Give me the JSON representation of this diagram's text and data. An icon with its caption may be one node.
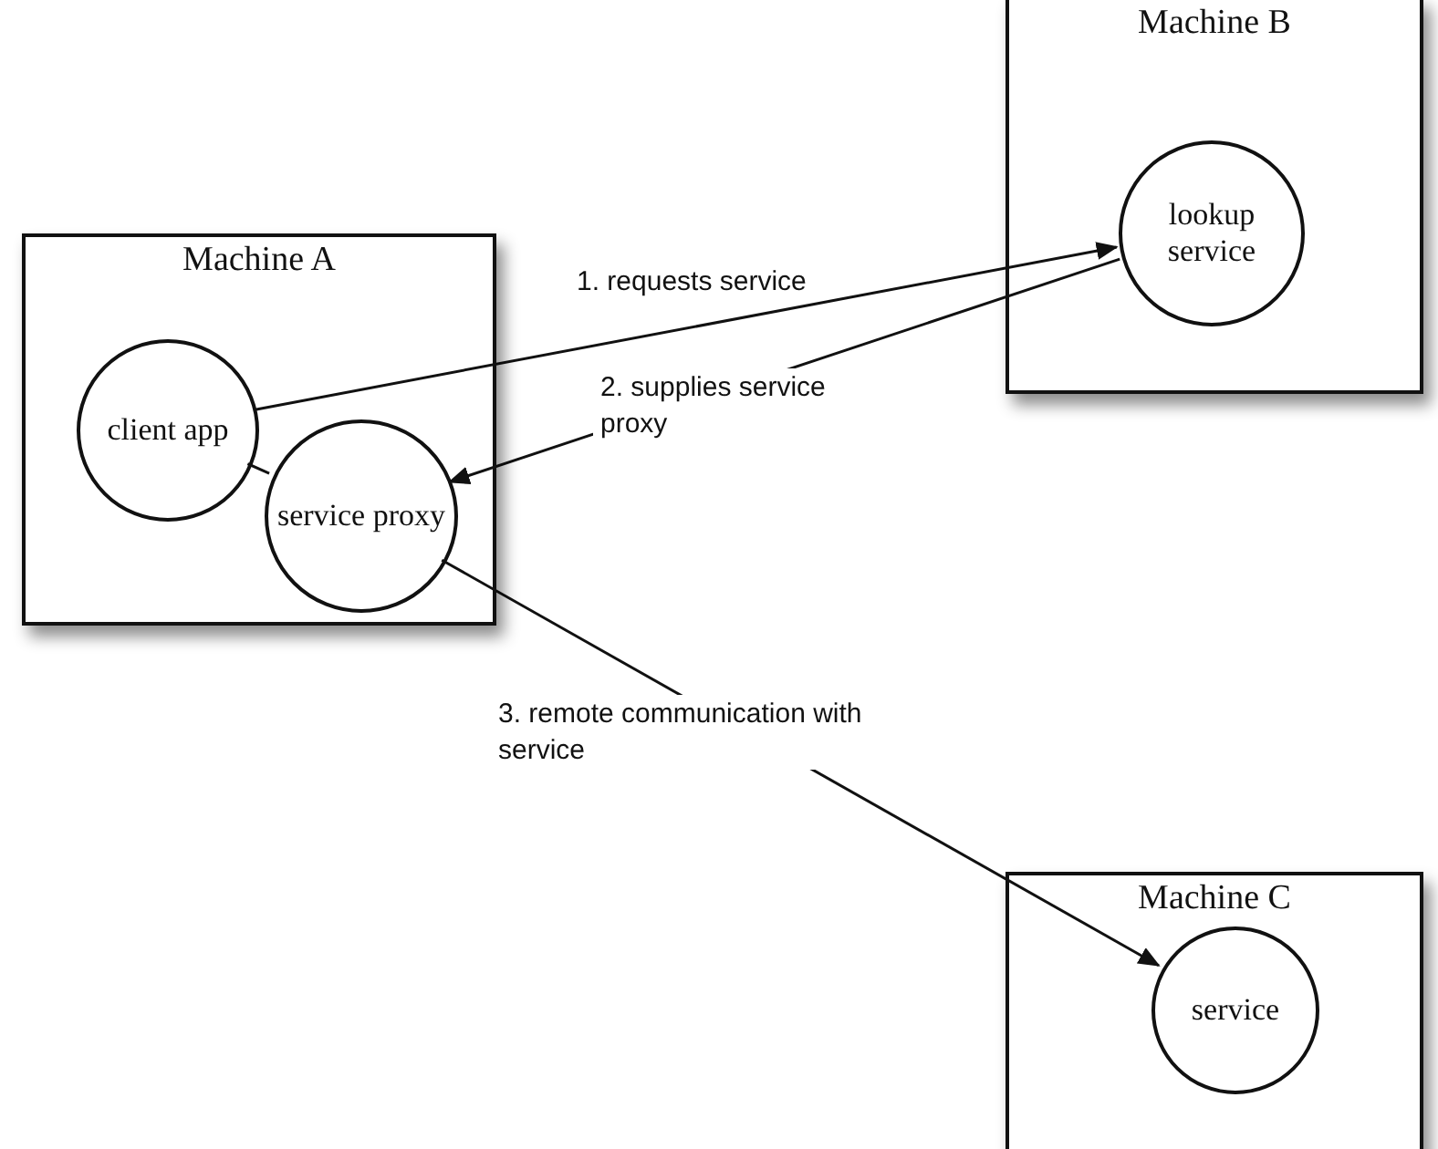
{
  "diagram": {
    "nodes": [
      {
        "text": [
          "Machine A"
        ]
      },
      {
        "text": [
          "client app"
        ],
        "in": 0
      },
      {
        "text": [
          "service proxy"
        ],
        "in": 0
      },
      {
        "text": [
          "Machine B"
        ]
      },
      {
        "text": [
          "lookup service"
        ],
        "in": 3
      },
      {
        "text": [
          "Machine C"
        ]
      },
      {
        "text": [
          "service"
        ],
        "in": 5
      }
    ],
    "edges": [
      {
        "from": 1,
        "to": 4,
        "arrow": "to",
        "label": "1. requests service"
      },
      {
        "from": 4,
        "to": 2,
        "arrow": "to",
        "label": "2. supplies service proxy"
      },
      {
        "from": 2,
        "to": 6,
        "arrow": "to",
        "label": "3. remote communication with service"
      },
      {
        "from": 1,
        "to": 2,
        "arrow": "none"
      }
    ]
  }
}
